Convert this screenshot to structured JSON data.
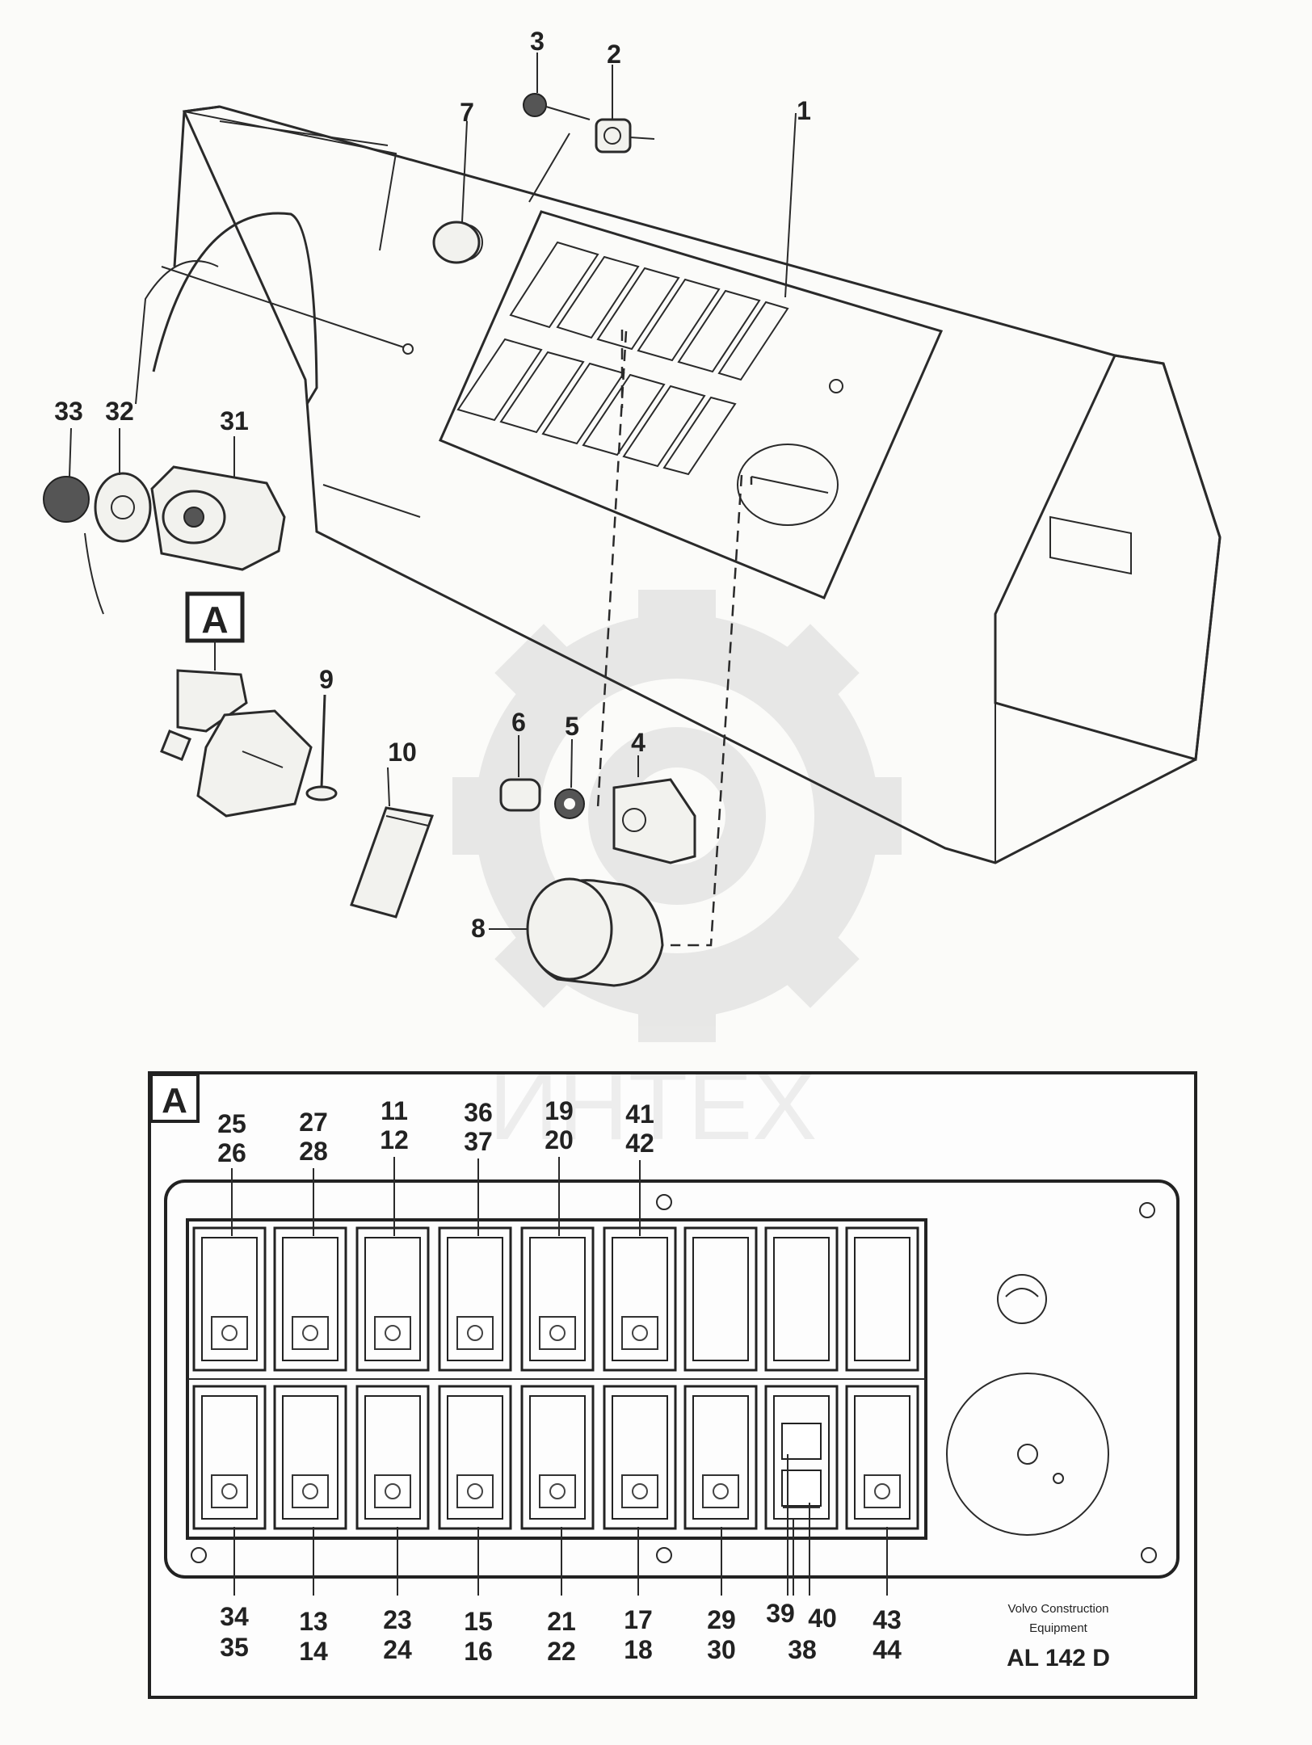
{
  "watermark": {
    "text": "ИНТЕХ"
  },
  "upper_callouts": [
    {
      "id": "c1",
      "label": "1"
    },
    {
      "id": "c2",
      "label": "2"
    },
    {
      "id": "c3",
      "label": "3"
    },
    {
      "id": "c4",
      "label": "4"
    },
    {
      "id": "c5",
      "label": "5"
    },
    {
      "id": "c6",
      "label": "6"
    },
    {
      "id": "c7",
      "label": "7"
    },
    {
      "id": "c8",
      "label": "8"
    },
    {
      "id": "c9",
      "label": "9"
    },
    {
      "id": "c10",
      "label": "10"
    },
    {
      "id": "c31",
      "label": "31"
    },
    {
      "id": "c32",
      "label": "32"
    },
    {
      "id": "c33",
      "label": "33"
    }
  ],
  "detail_flag": "A",
  "detail_view": {
    "flag": "A",
    "top_labels": [
      {
        "l1": "25",
        "l2": "26"
      },
      {
        "l1": "27",
        "l2": "28"
      },
      {
        "l1": "11",
        "l2": "12"
      },
      {
        "l1": "36",
        "l2": "37"
      },
      {
        "l1": "19",
        "l2": "20"
      },
      {
        "l1": "41",
        "l2": "42"
      }
    ],
    "bottom_labels": [
      {
        "l1": "34",
        "l2": "35"
      },
      {
        "l1": "13",
        "l2": "14"
      },
      {
        "l1": "23",
        "l2": "24"
      },
      {
        "l1": "15",
        "l2": "16"
      },
      {
        "l1": "21",
        "l2": "22"
      },
      {
        "l1": "17",
        "l2": "18"
      },
      {
        "l1": "29",
        "l2": "30"
      },
      {
        "l1": "43",
        "l2": "44"
      }
    ],
    "pair_39_40_38": {
      "a": "39",
      "b": "40",
      "c": "38"
    },
    "stamp": {
      "line1": "Volvo Construction",
      "line2": "Equipment",
      "code": "AL 142 D"
    }
  }
}
